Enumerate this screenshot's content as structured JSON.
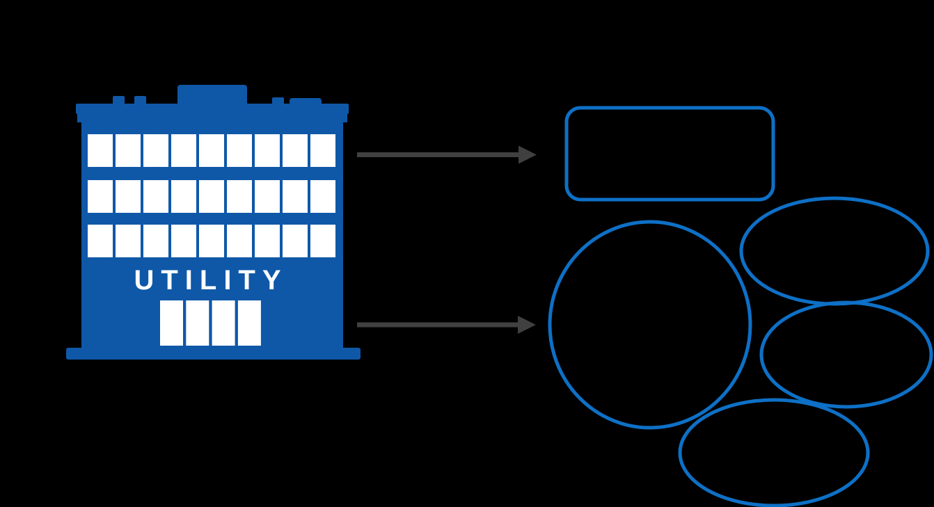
{
  "canvas": {
    "background_color": "#000000"
  },
  "building": {
    "label": "UTILITY",
    "body_color": "#0F58A8",
    "detail_color": "#FFFFFF",
    "window_rows": 3,
    "windows_per_row": 9,
    "door_panels": 4
  },
  "arrows": {
    "color": "#404040",
    "items": [
      {
        "name": "top-arrow"
      },
      {
        "name": "bottom-arrow"
      }
    ]
  },
  "shapes": {
    "outline_color": "#0E70C6",
    "rounded_box_count": 1,
    "ellipse_names": [
      "large-circle",
      "top-right-ellipse",
      "middle-right-ellipse",
      "bottom-ellipse"
    ]
  }
}
